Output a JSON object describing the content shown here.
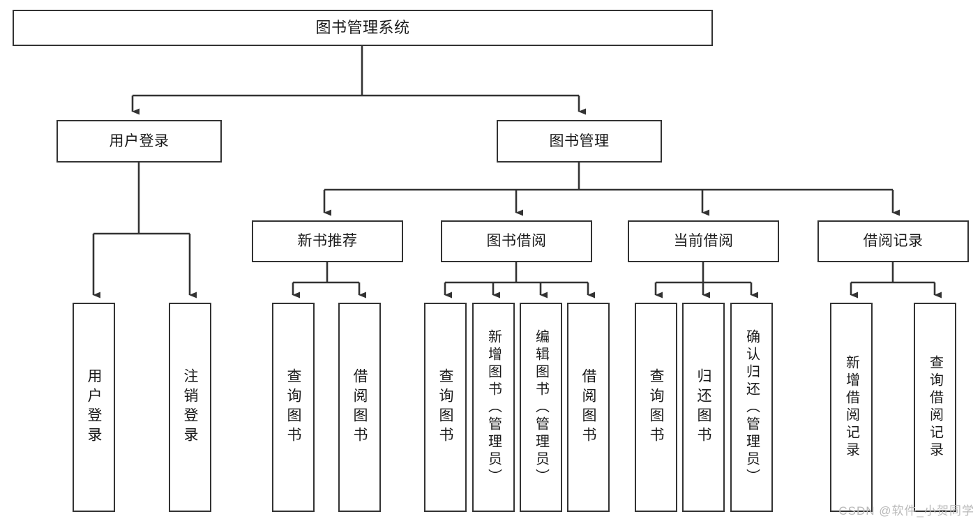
{
  "diagram": {
    "title": "图书管理系统",
    "type": "tree-hierarchy",
    "stroke_color": "#333333",
    "background_color": "#ffffff",
    "watermark": "CSDN @软件_小贺同学",
    "root": {
      "label": "图书管理系统"
    },
    "level2": [
      {
        "label": "用户登录"
      },
      {
        "label": "图书管理"
      }
    ],
    "level3": [
      {
        "label": "新书推荐"
      },
      {
        "label": "图书借阅"
      },
      {
        "label": "当前借阅"
      },
      {
        "label": "借阅记录"
      }
    ],
    "leaves": {
      "user_login": [
        {
          "label": "用户登录"
        },
        {
          "label": "注销登录"
        }
      ],
      "new_book_recommend": [
        {
          "label": "查询图书"
        },
        {
          "label": "借阅图书"
        }
      ],
      "book_borrow": [
        {
          "label": "查询图书"
        },
        {
          "label": "新增图书（管理员）"
        },
        {
          "label": "编辑图书（管理员）"
        },
        {
          "label": "借阅图书"
        }
      ],
      "current_borrow": [
        {
          "label": "查询图书"
        },
        {
          "label": "归还图书"
        },
        {
          "label": "确认归还（管理员）"
        }
      ],
      "borrow_record": [
        {
          "label": "新增借阅记录"
        },
        {
          "label": "查询借阅记录"
        }
      ]
    }
  }
}
